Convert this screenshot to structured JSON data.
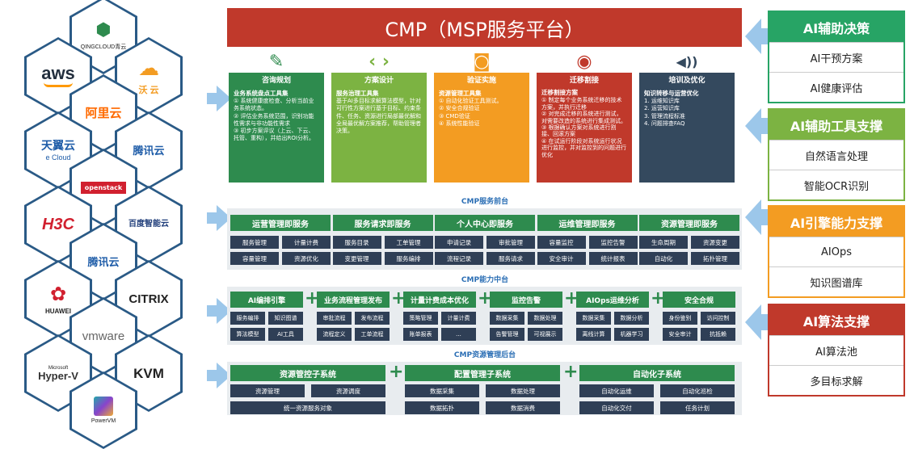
{
  "vendors": [
    {
      "name": "QINGCLOUD青云",
      "mark": "⬢"
    },
    {
      "name": "aws",
      "mark": ""
    },
    {
      "name": "沃 云",
      "mark": "☁"
    },
    {
      "name": "阿里云",
      "mark": "[-]"
    },
    {
      "name": "天翼云",
      "sub": "e Cloud"
    },
    {
      "name": "腾讯云",
      "mark": "☁"
    },
    {
      "name": "openstack",
      "mark": ""
    },
    {
      "name": "H3C",
      "mark": ""
    },
    {
      "name": "百度智能云",
      "mark": ""
    },
    {
      "name": "腾讯云",
      "mark": "☁"
    },
    {
      "name": "HUAWEI",
      "mark": ""
    },
    {
      "name": "CITRIX",
      "mark": ""
    },
    {
      "name": "vmware",
      "mark": ""
    },
    {
      "name": "Hyper-V",
      "sub": "Microsoft"
    },
    {
      "name": "KVM",
      "mark": ""
    },
    {
      "name": "PowerVM",
      "mark": ""
    }
  ],
  "main": {
    "title": "CMP（MSP服务平台）"
  },
  "phases": [
    {
      "name": "咨询规划",
      "icon": "✎",
      "color": "#2e8b4e",
      "icon_color": "#2e8b4e",
      "title": "业务系统盘点工具集",
      "lines": [
        "① 系统健康度检查、分析当前业务系统状态。",
        "② 评估业务系统范围，识别功能性需求与非功能性需求",
        "③ 初步方案评议（上云、下云、托管、重构），并给出ROI分析。"
      ]
    },
    {
      "name": "方案设计",
      "icon": "‹ ›",
      "color": "#7cb342",
      "icon_color": "#7cb342",
      "title": "服务治理工具集",
      "lines": [
        "基于AI多目标求解算法模型，针对可行性方案进行基于目标、约束条件、任务、资源进行局部最优解和全局最优解方案推荐，帮助管理者决策。"
      ]
    },
    {
      "name": "验证实施",
      "icon": "◙",
      "color": "#f39c22",
      "icon_color": "#f39c22",
      "title": "资源管理工具集",
      "lines": [
        "① 自动化验证工具测试。",
        "② 安全合规验证",
        "③ CMD验证",
        "④ 系统性能验证"
      ]
    },
    {
      "name": "迁移割接",
      "icon": "◉",
      "color": "#c0392b",
      "icon_color": "#c0392b",
      "title": "迁移割接方案",
      "lines": [
        "① 制定每个业务系统迁移的技术方案，并执行迁移",
        "② 对完成迁移的系统进行测试，对需要改造的系统进行集成测试。",
        "③ 根据确认方案对系统进行割接、回滚方案",
        "④ 在试运行阶段对系统运行状况进行监控，并对监控到的问题进行优化"
      ]
    },
    {
      "name": "培训及优化",
      "icon": "◀))",
      "color": "#34495e",
      "icon_color": "#34495e",
      "title": "知识转移与运营优化",
      "lines": [
        "1. 运维知识库",
        "2. 运营知识库",
        "3. 管理流程标准",
        "4. 问题排查FAQ"
      ]
    }
  ],
  "front": {
    "title": "CMP服务前台",
    "groups": [
      {
        "name": "运营管理即服务",
        "items": [
          "服务管理",
          "计量计费",
          "容量管理",
          "资源优化"
        ]
      },
      {
        "name": "服务请求即服务",
        "items": [
          "服务目录",
          "工单管理",
          "变更管理",
          "服务编排"
        ]
      },
      {
        "name": "个人中心即服务",
        "items": [
          "申请记录",
          "审批管理",
          "流程记录",
          "服务请求"
        ]
      },
      {
        "name": "运维管理即服务",
        "items": [
          "容量监控",
          "监控告警",
          "安全审计",
          "统计报表"
        ]
      },
      {
        "name": "资源管理即服务",
        "items": [
          "生命周期",
          "资源变更",
          "自动化",
          "拓扑管理"
        ]
      }
    ]
  },
  "middle": {
    "title": "CMP能力中台",
    "groups": [
      {
        "name": "AI编排引擎",
        "items": [
          "服务编排",
          "知识图谱",
          "算法模型",
          "AI工具"
        ]
      },
      {
        "name": "业务流程管理发布",
        "items": [
          "审批流程",
          "发布流程",
          "流程定义",
          "工单流程"
        ]
      },
      {
        "name": "计量计费成本优化",
        "items": [
          "策略管理",
          "计量计费",
          "账单报表",
          "..."
        ]
      },
      {
        "name": "监控告警",
        "items": [
          "数据采集",
          "数据处理",
          "告警管理",
          "可视展示"
        ]
      },
      {
        "name": "AIOps运维分析",
        "items": [
          "数据采集",
          "数据分析",
          "离线计算",
          "机器学习"
        ]
      },
      {
        "name": "安全合规",
        "items": [
          "身份鉴别",
          "访问控制",
          "安全审计",
          "抗抵赖"
        ]
      }
    ]
  },
  "back": {
    "title": "CMP资源管理后台",
    "groups": [
      {
        "name": "资源管控子系统",
        "items": [
          "资源管理",
          "资源调度"
        ],
        "wide": "统一资源服务对象"
      },
      {
        "name": "配置管理子系统",
        "items": [
          "数据采集",
          "数据处理",
          "数据拓扑",
          "数据消费"
        ]
      },
      {
        "name": "自动化子系统",
        "items": [
          "自动化运维",
          "自动化巡检",
          "自动化交付",
          "任务计划"
        ]
      }
    ]
  },
  "right_panels": [
    {
      "title": "AI辅助决策",
      "color": "#27a465",
      "items": [
        "AI干预方案",
        "AI健康评估"
      ]
    },
    {
      "title": "AI辅助工具支撑",
      "color": "#7cb342",
      "items": [
        "自然语言处理",
        "智能OCR识别"
      ]
    },
    {
      "title": "AI引擎能力支撑",
      "color": "#f39c22",
      "items": [
        "AIOps",
        "知识图谱库"
      ]
    },
    {
      "title": "AI算法支撑",
      "color": "#c0392b",
      "items": [
        "AI算法池",
        "多目标求解"
      ]
    }
  ]
}
